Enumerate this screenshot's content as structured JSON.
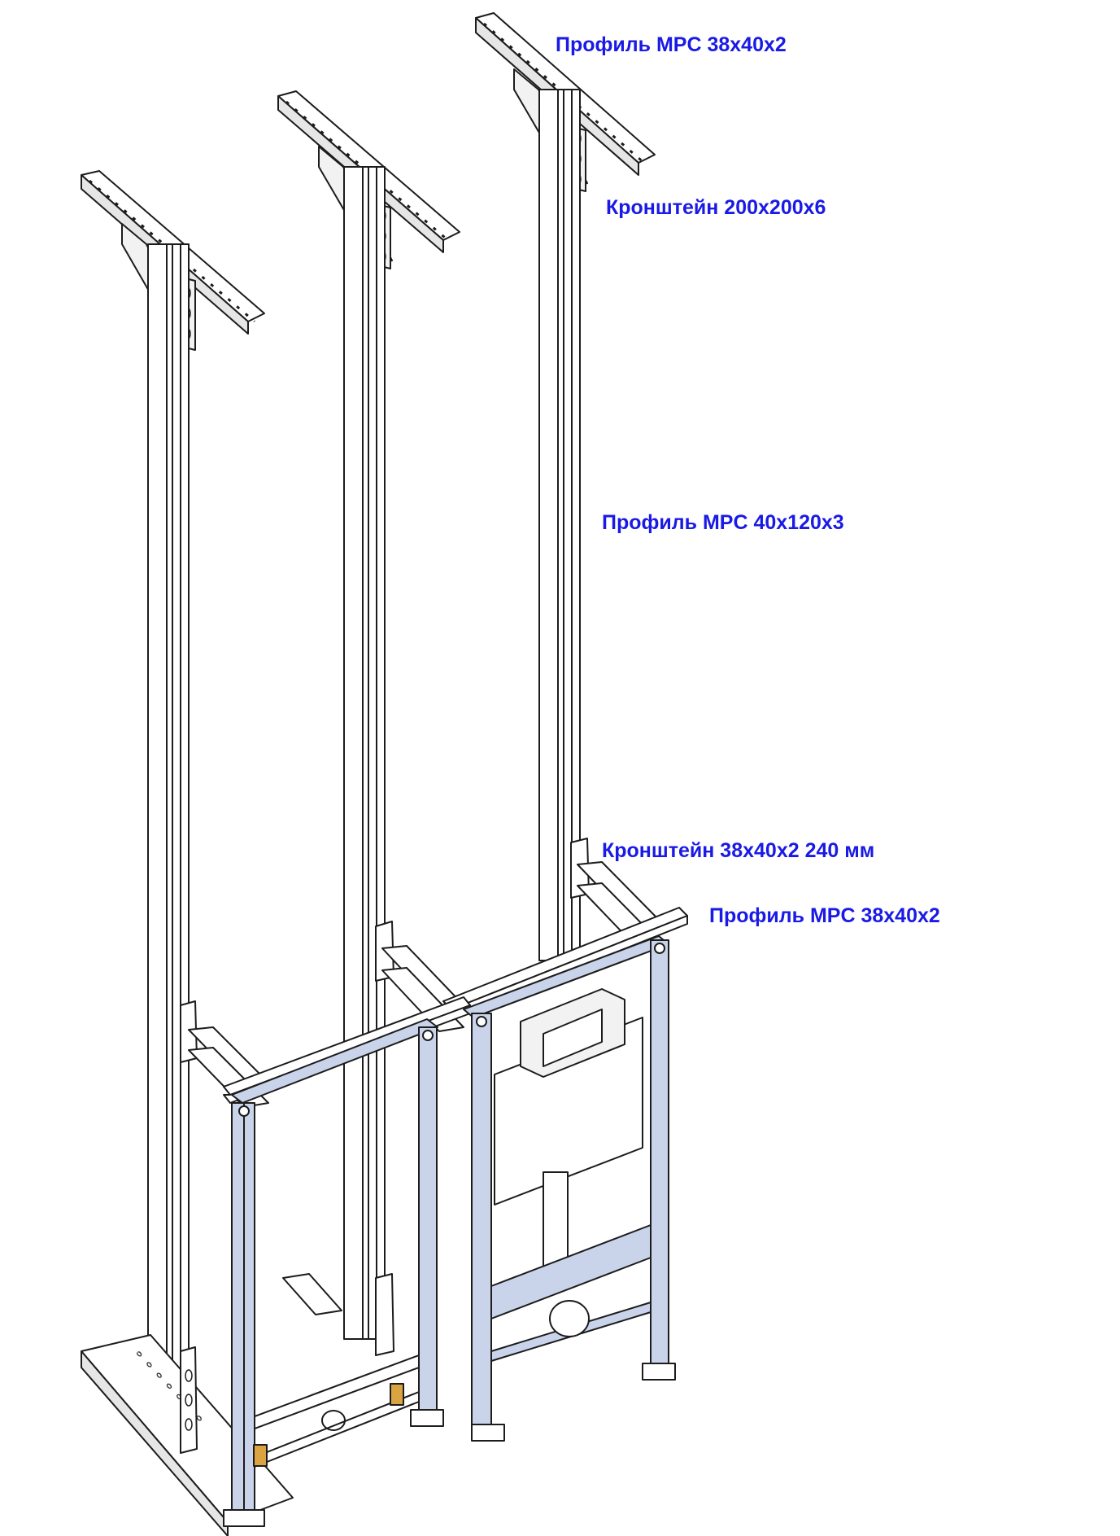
{
  "callouts": [
    {
      "id": "profile-top",
      "text": "Профиль MPC 38x40x2"
    },
    {
      "id": "bracket-top",
      "text": "Кронштейн 200x200x6"
    },
    {
      "id": "profile-column",
      "text": "Профиль MPC 40x120x3"
    },
    {
      "id": "bracket-mid",
      "text": "Кронштейн 38x40x2 240 мм"
    },
    {
      "id": "profile-rail",
      "text": "Профиль MPC 38x40x2"
    }
  ],
  "colors": {
    "callout_text": "#1a1ae6",
    "outline": "#1c1c1c",
    "metal_fill": "#ffffff",
    "metal_shade": "#d9d9d9",
    "installation_frame": "#c9d3ea",
    "brass_fittings": "#d9a441"
  }
}
